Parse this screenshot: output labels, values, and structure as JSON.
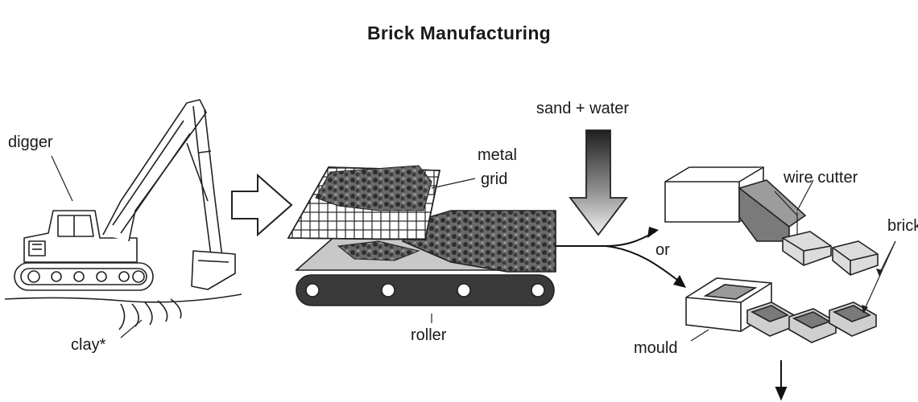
{
  "title": "Brick Manufacturing",
  "labels": {
    "digger": "digger",
    "clay": "clay*",
    "metal": "metal",
    "grid": "grid",
    "roller": "roller",
    "sand_water": "sand + water",
    "wire_cutter": "wire cutter",
    "or": "or",
    "bricks": "bricks",
    "mould": "mould"
  }
}
